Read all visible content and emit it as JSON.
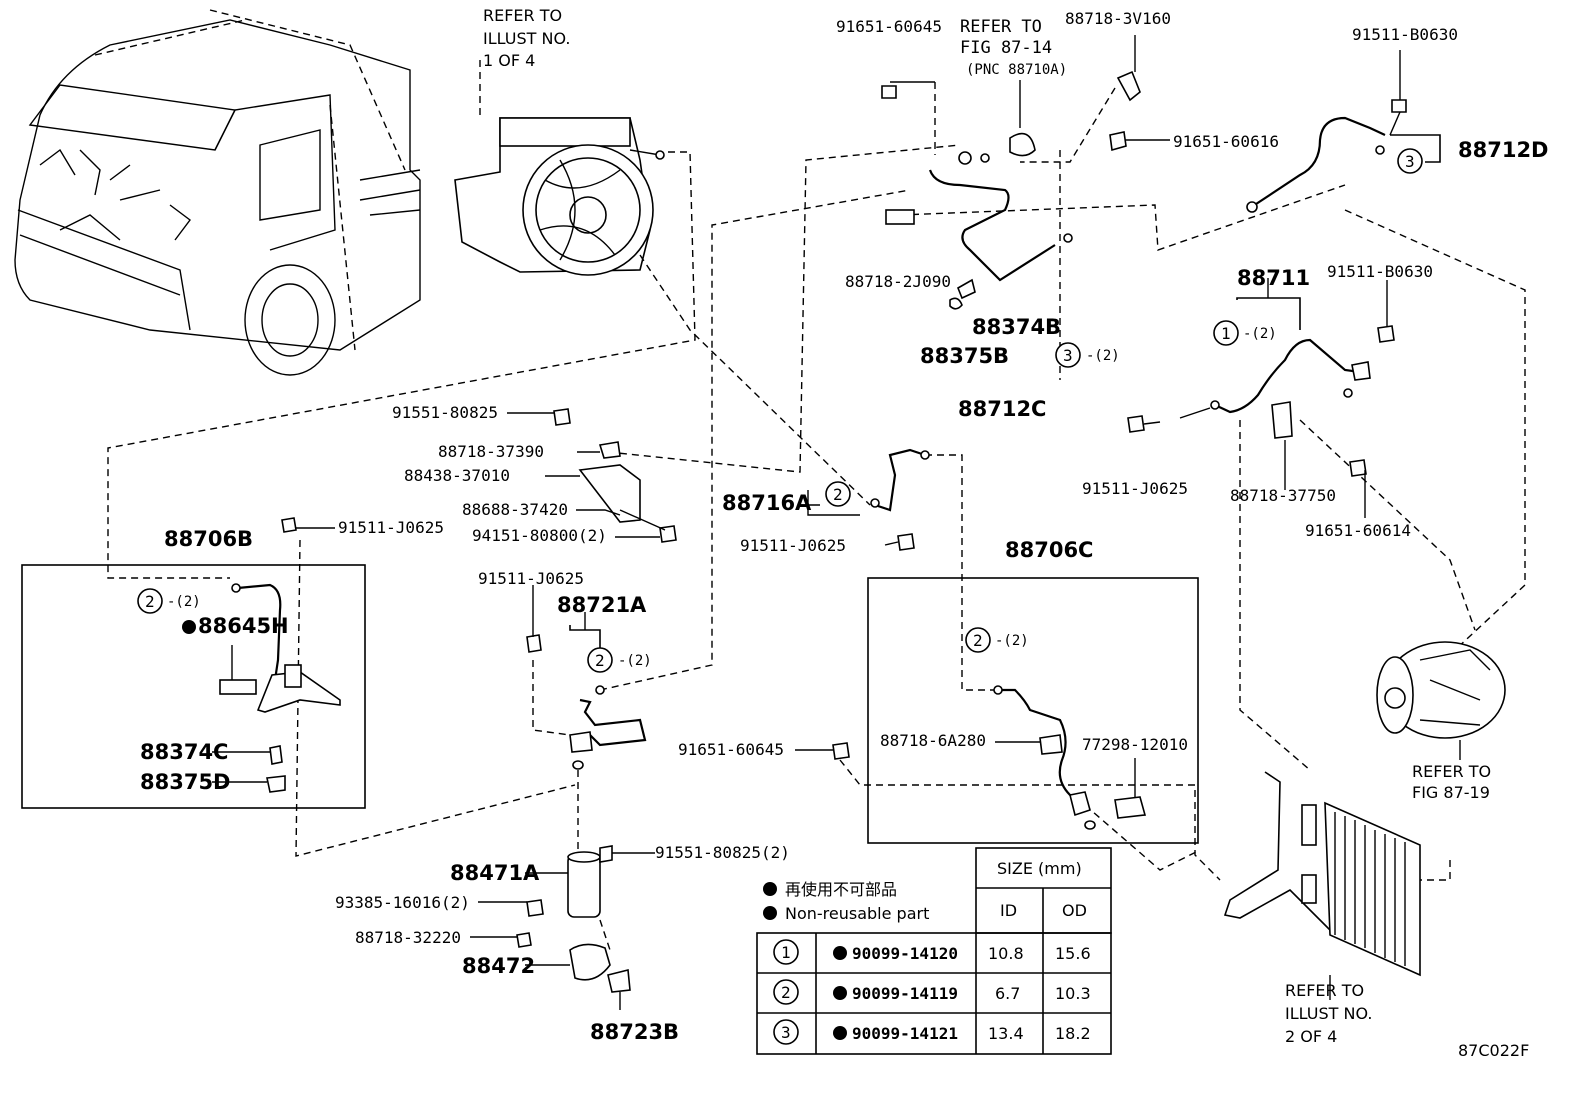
{
  "labels": {
    "refer_illust_1": [
      "REFER TO",
      "ILLUST NO.",
      "1 OF 4"
    ],
    "refer_illust_2": [
      "REFER TO",
      "ILLUST NO.",
      "2 OF 4"
    ],
    "refer_fig_87_14": [
      "REFER TO",
      "FIG 87-14",
      "(PNC 88710A)"
    ],
    "refer_fig_87_19": [
      "REFER TO",
      "FIG 87-19"
    ],
    "p91651_60645_top": "91651-60645",
    "p88718_3V160": "88718-3V160",
    "p91651_60616": "91651-60616",
    "p91511_B0630_top": "91511-B0630",
    "p88712D": "88712D",
    "p88718_2J090": "88718-2J090",
    "p88374B": "88374B",
    "p88375B": "88375B",
    "p88712C": "88712C",
    "p88711": "88711",
    "p91511_B0630_mid": "91511-B0630",
    "p91511_J0625_right": "91511-J0625",
    "p88718_37750": "88718-37750",
    "p91651_60614": "91651-60614",
    "p91551_80825": "91551-80825",
    "p88718_37390": "88718-37390",
    "p88438_37010": "88438-37010",
    "p88688_37420": "88688-37420",
    "p94151_80800": "94151-80800(2)",
    "p88716A": "88716A",
    "p91511_J0625_mid": "91511-J0625",
    "p88706C": "88706C",
    "p88706B": "88706B",
    "p91511_J0625_left": "91511-J0625",
    "p88645H": "88645H",
    "p88374C": "88374C",
    "p88375D": "88375D",
    "p91511_J0625_lower": "91511-J0625",
    "p88721A": "88721A",
    "p91651_60645_mid": "91651-60645",
    "p88718_6A280": "88718-6A280",
    "p77298_12010": "77298-12010",
    "p88471A": "88471A",
    "p91551_80825_2": "91551-80825(2)",
    "p93385_16016": "93385-16016(2)",
    "p88718_32220": "88718-32220",
    "p88472": "88472",
    "p88723B": "88723B",
    "qty2": "-(2)",
    "figure_code": "87C022F"
  },
  "circles": {
    "one": "1",
    "two": "2",
    "three": "3"
  },
  "legend": {
    "nonreusable_jp": "再使用不可部品",
    "nonreusable_en": "Non-reusable part"
  },
  "table": {
    "header_size": "SIZE (mm)",
    "col_id": "ID",
    "col_od": "OD",
    "rows": [
      {
        "num": "1",
        "part": "90099-14120",
        "id": "10.8",
        "od": "15.6"
      },
      {
        "num": "2",
        "part": "90099-14119",
        "id": "6.7",
        "od": "10.3"
      },
      {
        "num": "3",
        "part": "90099-14121",
        "id": "13.4",
        "od": "18.2"
      }
    ]
  }
}
